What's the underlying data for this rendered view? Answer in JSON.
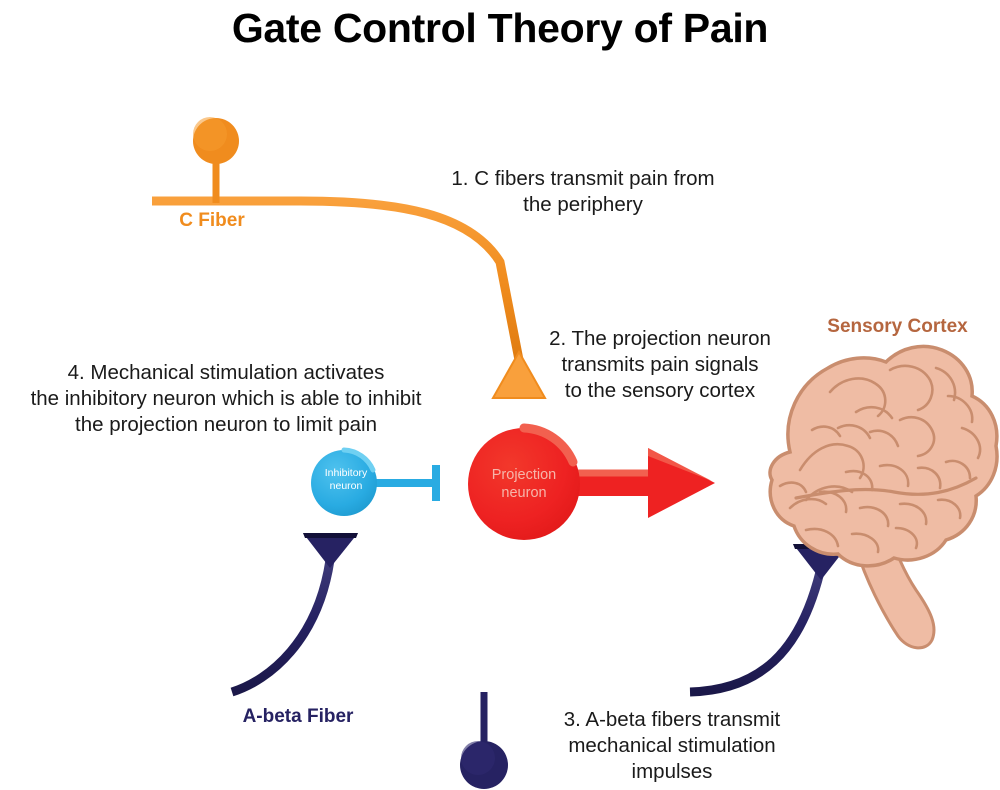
{
  "page": {
    "title": "Gate Control Theory of Pain",
    "background": "#ffffff"
  },
  "annotations": {
    "step1": "1. C fibers transmit pain from\nthe periphery",
    "step2": "2. The projection neuron\ntransmits pain signals\nto the sensory cortex",
    "step3": "3. A-beta fibers transmit\nmechanical stimulation\nimpulses",
    "step4": "4. Mechanical stimulation activates\nthe inhibitory neuron  which is able to inhibit\nthe projection neuron to limit pain"
  },
  "labels": {
    "c_fiber": "C Fiber",
    "a_beta_fiber": "A-beta Fiber",
    "sensory_cortex": "Sensory Cortex",
    "projection_neuron": "Projection\nneuron",
    "inhibitory_neuron": "Inhibitory\nneuron"
  },
  "colors": {
    "orange": "#F08C1E",
    "orange_light": "#F9A03C",
    "red": "#EE2222",
    "red_light": "#F2604F",
    "blue": "#29ABE2",
    "blue_light": "#4FC2EE",
    "navy": "#262262",
    "navy_light": "#3D3A78",
    "brain_fill": "#EDB69E",
    "brain_outline": "#B5795A",
    "brain_label": "#B5663F",
    "text": "#1a1a1a",
    "title": "#000000"
  },
  "icons": {
    "c_fiber_soma": "orange-circle-soma",
    "c_fiber_terminal": "orange-triangle-terminal",
    "projection_neuron_body": "red-circle-soma",
    "projection_arrow": "red-right-arrow",
    "inhibitory_neuron_body": "blue-circle-soma",
    "inhibitory_connector": "blue-inhibitory-tee",
    "a_beta_soma": "navy-circle-soma",
    "a_beta_terminal_left": "navy-inverted-triangle-terminal",
    "a_beta_terminal_right": "navy-inverted-triangle-terminal",
    "brain": "brain-illustration"
  }
}
